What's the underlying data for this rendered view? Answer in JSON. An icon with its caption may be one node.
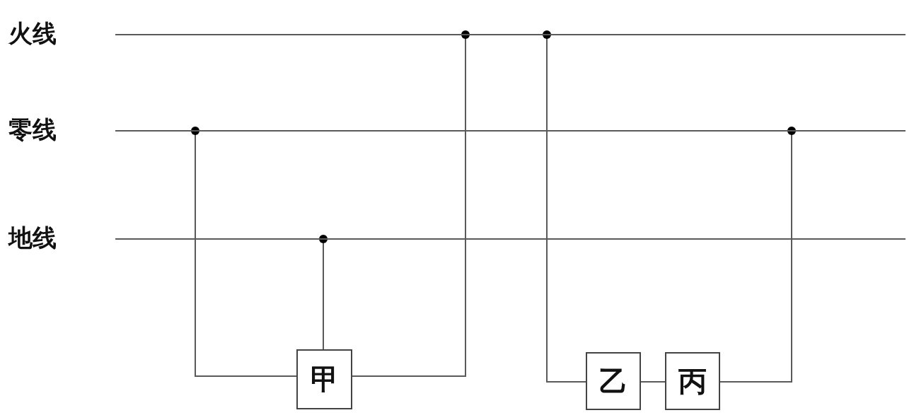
{
  "diagram": {
    "nodes": [
      {
        "text": [
          "火线"
        ]
      },
      {
        "text": [
          "零线"
        ]
      },
      {
        "text": [
          "地线"
        ]
      },
      {
        "text": [
          "甲"
        ]
      },
      {
        "text": [
          "乙"
        ]
      },
      {
        "text": [
          "丙"
        ]
      }
    ],
    "edges": [
      {
        "from": 1,
        "to": 3,
        "arrow": "other"
      },
      {
        "from": 2,
        "to": 3,
        "arrow": "other"
      },
      {
        "from": 0,
        "to": 3,
        "arrow": "other"
      },
      {
        "from": 0,
        "to": 4,
        "arrow": "other"
      },
      {
        "from": 4,
        "to": 5,
        "arrow": "none"
      },
      {
        "from": 1,
        "to": 5,
        "arrow": "other"
      }
    ]
  }
}
